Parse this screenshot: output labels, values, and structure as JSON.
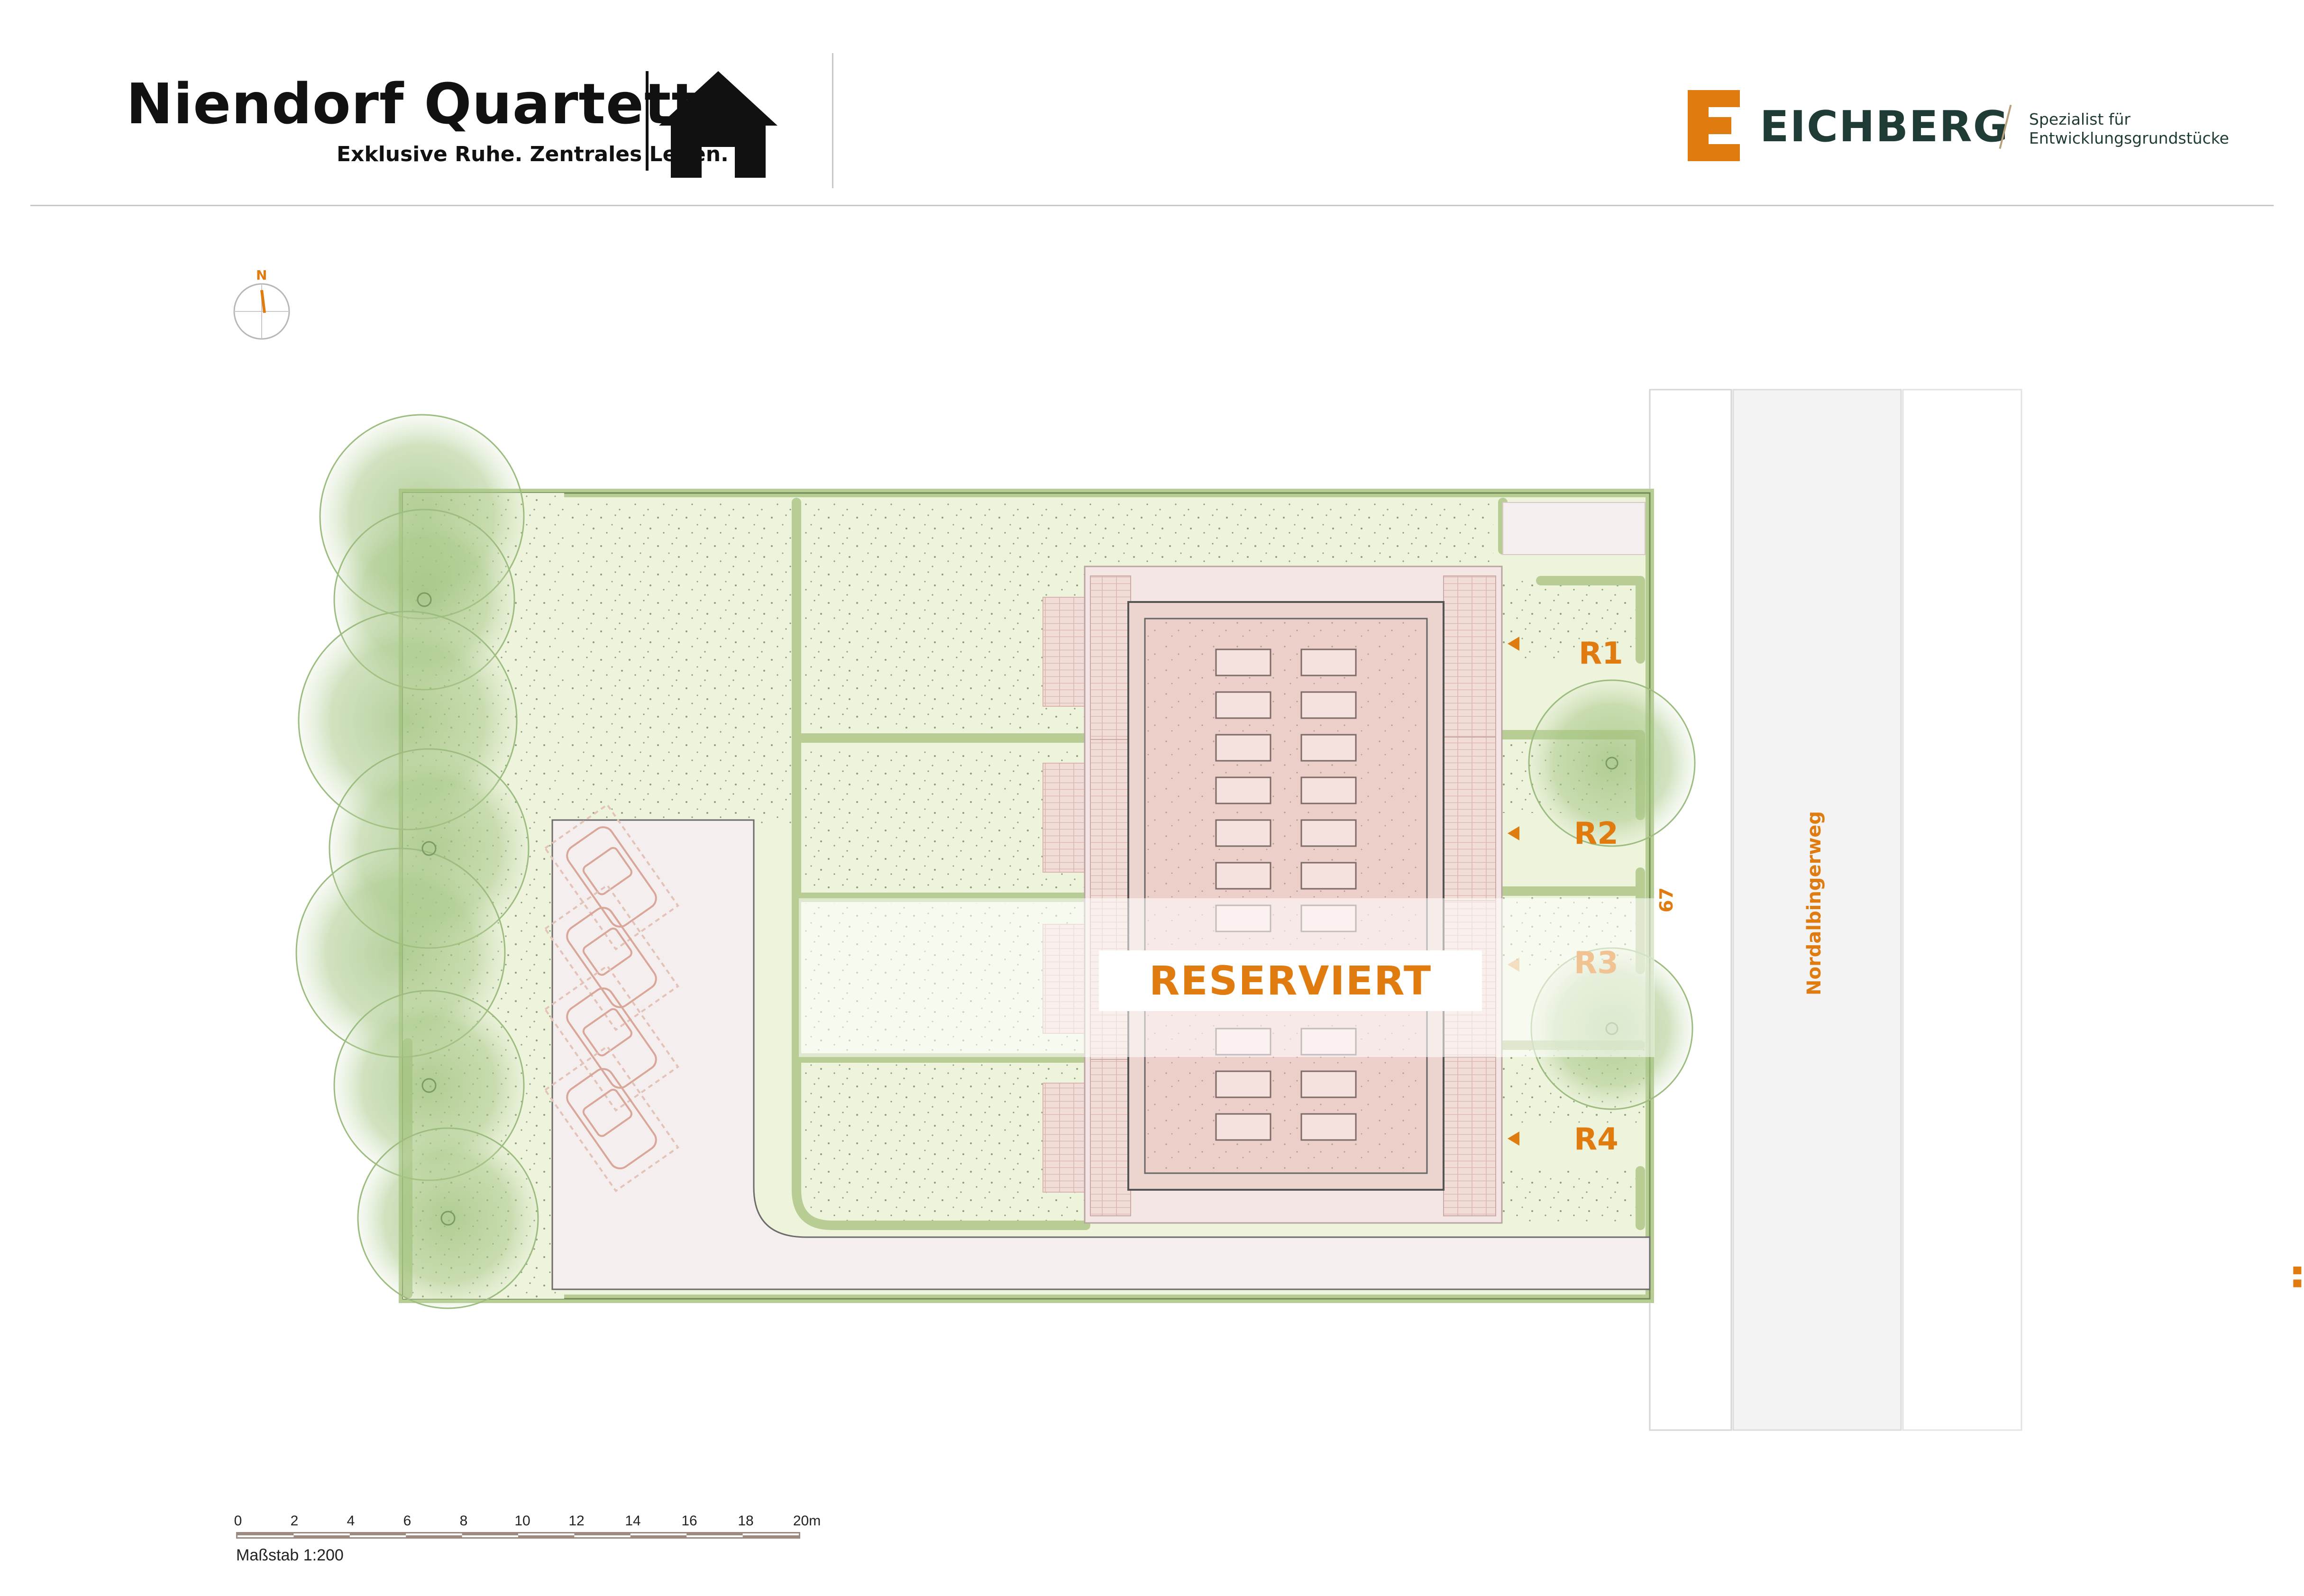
{
  "header": {
    "title": "Niendorf Quartett",
    "subtitle": "Exklusive Ruhe. Zentrales Leben.",
    "house_icon": "house-icon",
    "company": {
      "name": "EICHBERG",
      "tagline_line1": "Spezialist für",
      "tagline_line2": "Entwicklungsgrundstücke",
      "logo_icon": "eichberg-e-logo",
      "brand_color": "#e07b10",
      "name_color": "#1f3b35"
    }
  },
  "north_arrow": {
    "label": "N"
  },
  "plan": {
    "street_name": "Nordalbingerweg",
    "house_number": "67",
    "reserved_label": "RESERVIERT",
    "units": [
      {
        "id": "R1"
      },
      {
        "id": "R2"
      },
      {
        "id": "R3"
      },
      {
        "id": "R4"
      }
    ],
    "colors": {
      "garden": "#eef3dc",
      "hedge": "#b8cd93",
      "paving": "#f5eeee",
      "building": "#eccfc9",
      "trees": "#9cbf7a",
      "accent": "#e07b10"
    }
  },
  "plan_title": "FREIFLÄCHENPLAN",
  "scale": {
    "ticks": [
      "0",
      "2",
      "4",
      "6",
      "8",
      "10",
      "12",
      "14",
      "16",
      "18",
      "20m"
    ],
    "caption": "Maßstab 1:200"
  }
}
